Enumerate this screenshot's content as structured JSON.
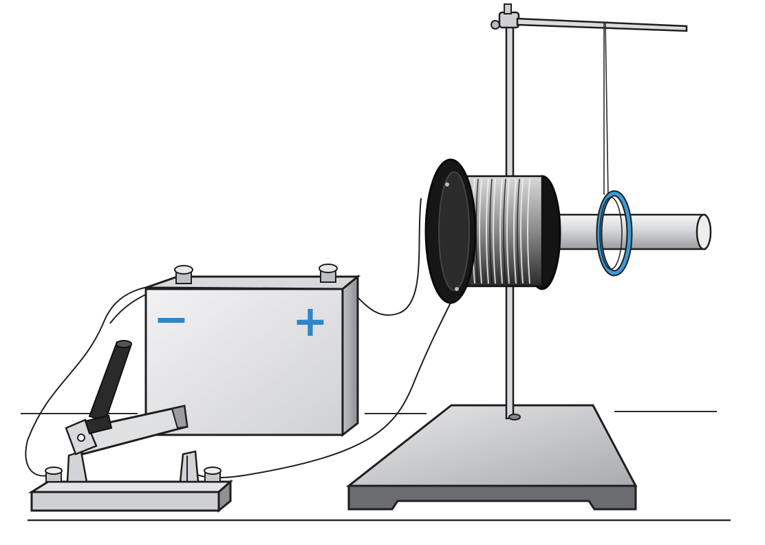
{
  "battery": {
    "negative_sign": "−",
    "positive_sign": "+"
  },
  "colors": {
    "background": "#ffffff",
    "ink": "#1a1a1a",
    "metal_light": "#e6e6e8",
    "metal_mid": "#b9bbbf",
    "sign_blue": "#2f86c8",
    "ring_blue": "#3b9bd6"
  },
  "icons": [
    "knife-switch",
    "battery",
    "solenoid-coil",
    "iron-core",
    "ring",
    "lab-stand",
    "thread"
  ]
}
